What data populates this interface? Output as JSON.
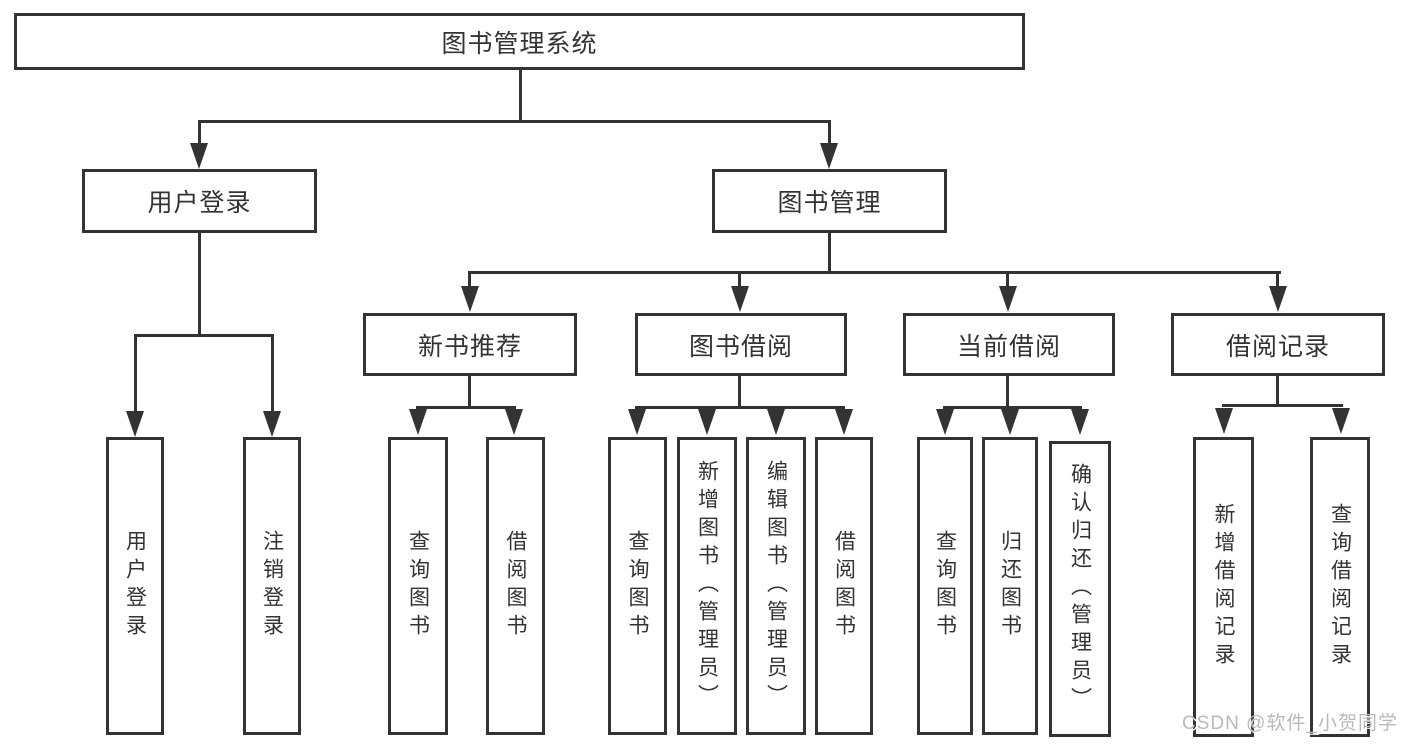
{
  "diagram": {
    "root": {
      "label": "图书管理系统"
    },
    "branches": [
      {
        "label": "用户登录",
        "children": [
          {
            "label": "用户登录"
          },
          {
            "label": "注销登录"
          }
        ]
      },
      {
        "label": "图书管理",
        "children": [
          {
            "label": "新书推荐",
            "children": [
              {
                "label": "查询图书"
              },
              {
                "label": "借阅图书"
              }
            ]
          },
          {
            "label": "图书借阅",
            "children": [
              {
                "label": "查询图书"
              },
              {
                "label": "新增图书（管理员）"
              },
              {
                "label": "编辑图书（管理员）"
              },
              {
                "label": "借阅图书"
              }
            ]
          },
          {
            "label": "当前借阅",
            "children": [
              {
                "label": "查询图书"
              },
              {
                "label": "归还图书"
              },
              {
                "label": "确认归还（管理员）"
              }
            ]
          },
          {
            "label": "借阅记录",
            "children": [
              {
                "label": "新增借阅记录"
              },
              {
                "label": "查询借阅记录"
              }
            ]
          }
        ]
      }
    ]
  },
  "watermark": {
    "text": "CSDN @软件_小贺同学"
  },
  "colors": {
    "line": "#333333",
    "text": "#333333",
    "watermark_text": "#b9b9b9",
    "background": "#ffffff"
  }
}
